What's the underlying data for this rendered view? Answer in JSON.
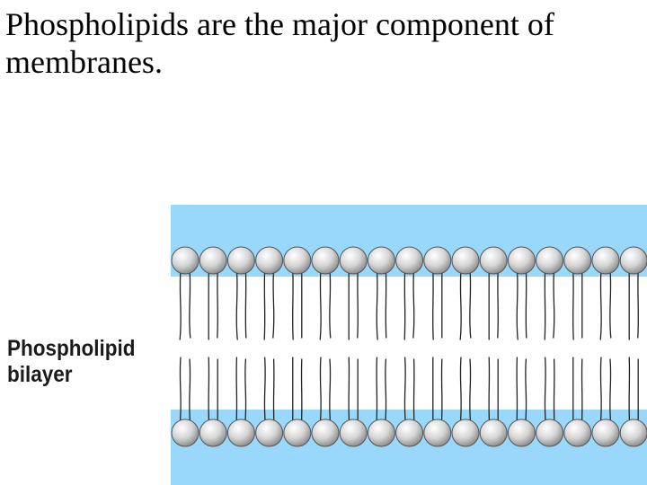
{
  "slide": {
    "title": "Phospholipids are the major component of membranes."
  },
  "diagram": {
    "label_line1": "Phospholipid",
    "label_line2": "bilayer",
    "water_color": "#99d8fa",
    "head_color": "#d8d8d8",
    "tail_color": "#222222",
    "molecules_per_leaflet": 17
  }
}
